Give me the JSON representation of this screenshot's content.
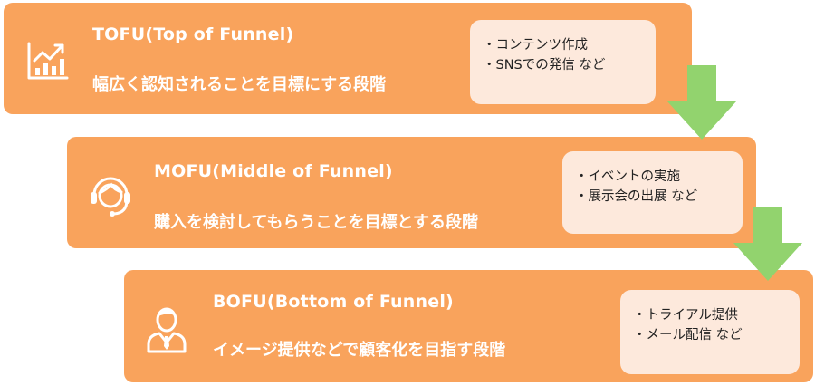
{
  "stages": [
    {
      "title": "TOFU(Top of Funnel)",
      "description": "幅広く認知されることを目標にする段階",
      "icon": "growth-chart-icon",
      "notes": [
        "・コンテンツ作成",
        "・SNSでの発信 など"
      ]
    },
    {
      "title": "MOFU(Middle of Funnel)",
      "description": "購入を検討してもらうことを目標とする段階",
      "icon": "headset-operator-icon",
      "notes": [
        "・イベントの実施",
        "・展示会の出展 など"
      ]
    },
    {
      "title": "BOFU(Bottom of Funnel)",
      "description": "イメージ提供などで顧客化を目指す段階",
      "icon": "business-person-icon",
      "notes": [
        "・トライアル提供",
        "・メール配信 など"
      ]
    }
  ],
  "colors": {
    "stage_fill": "#f9a35c",
    "note_fill": "#fde9dc",
    "arrow_fill": "#92d36e",
    "text_light": "#ffffff",
    "text_dark": "#222222"
  }
}
